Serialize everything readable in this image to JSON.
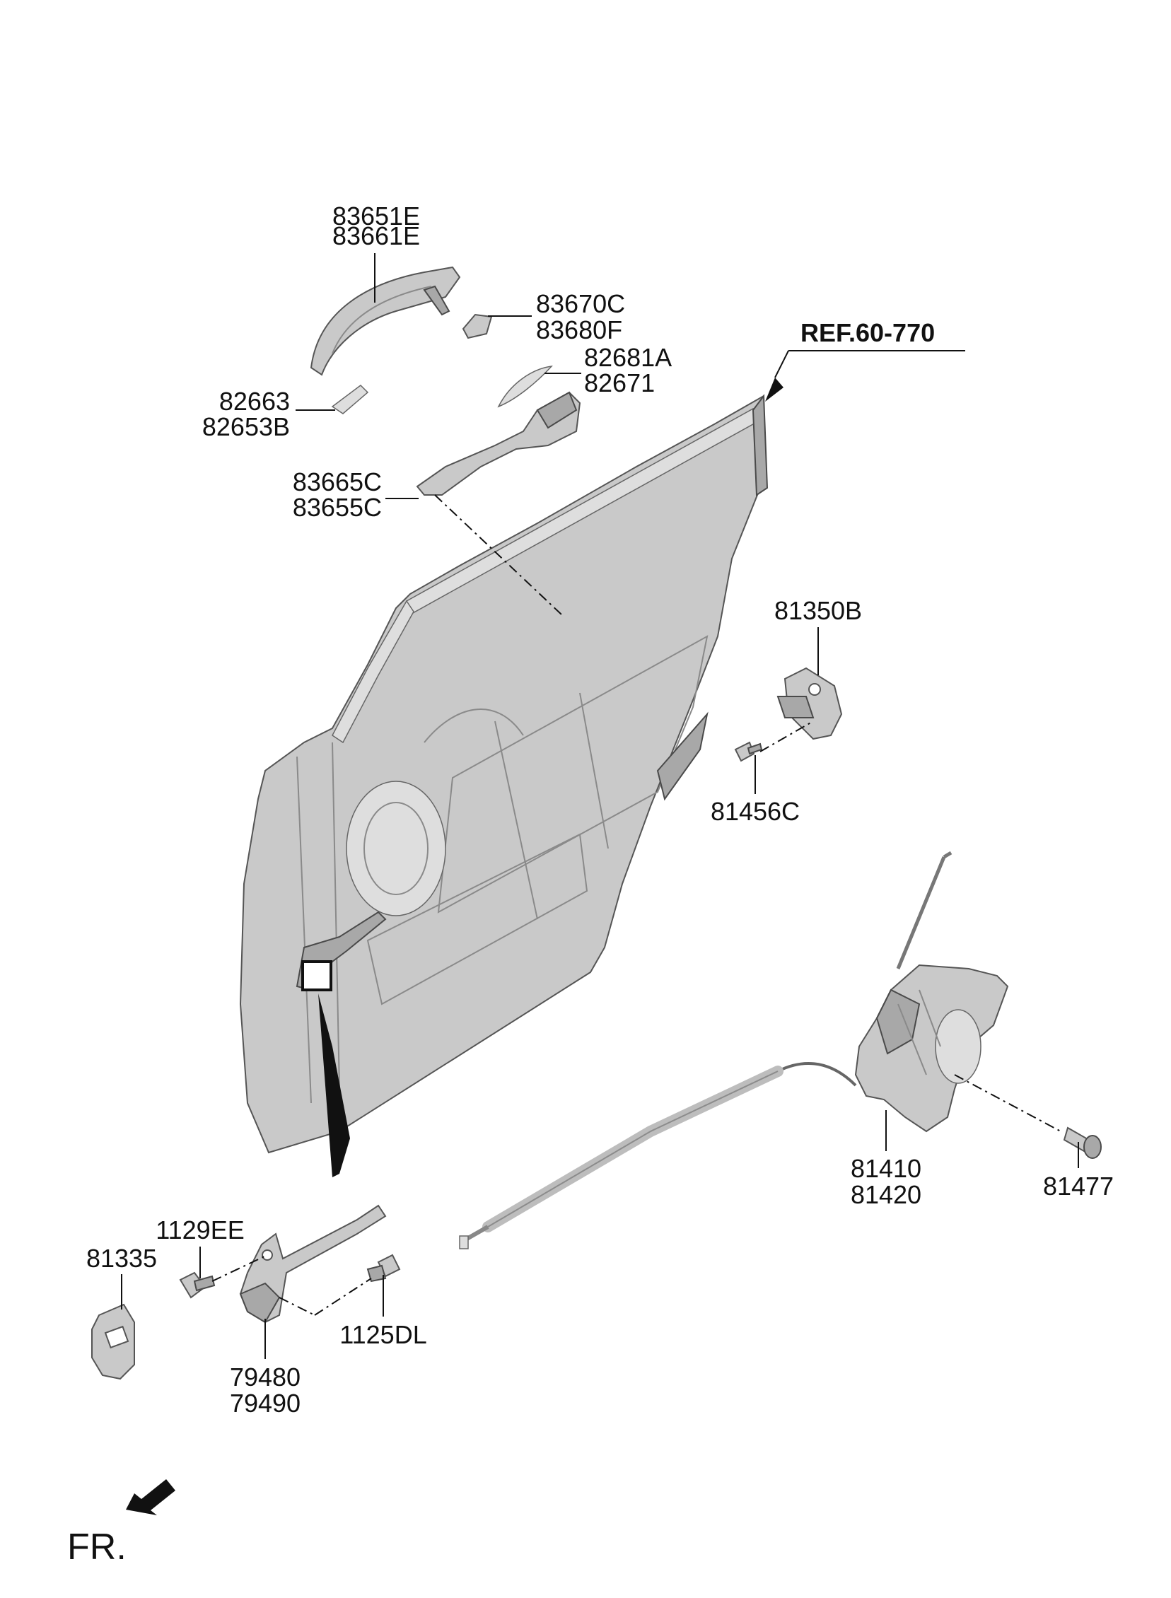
{
  "reference": "REF.60-770",
  "orientation": "FR.",
  "callouts": {
    "handle_outer": [
      "83651E",
      "83661E"
    ],
    "handle_cap": [
      "83670C",
      "83680F"
    ],
    "pad_rear": [
      "82681A",
      "82671"
    ],
    "pad_front": [
      "82663",
      "82653B"
    ],
    "handle_bracket": [
      "83665C",
      "83655C"
    ],
    "striker": [
      "81350B"
    ],
    "striker_screw": [
      "81456C"
    ],
    "latch": [
      "81410",
      "81420"
    ],
    "latch_screw": [
      "81477"
    ],
    "checker_bolt": [
      "1129EE"
    ],
    "checker_cover": [
      "81335"
    ],
    "checker_screw": [
      "1125DL"
    ],
    "checker": [
      "79480",
      "79490"
    ]
  }
}
